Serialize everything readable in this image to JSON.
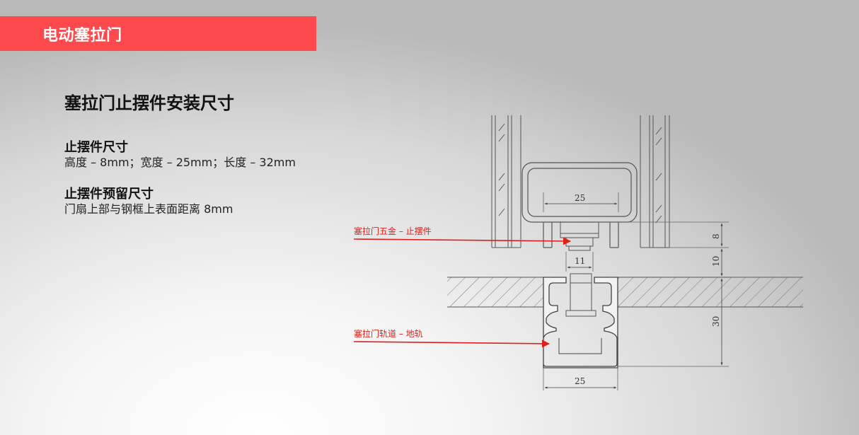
{
  "banner": {
    "title": "电动塞拉门",
    "color": "#ff4a4d"
  },
  "heading": "塞拉门止摆件安装尺寸",
  "specs": [
    {
      "title": "止摆件尺寸",
      "text": "高度 – 8mm；宽度 – 25mm；长度 – 32mm"
    },
    {
      "title": "止摆件预留尺寸",
      "text": "门扇上部与钢框上表面距离 8mm"
    }
  ],
  "drawing": {
    "callouts": {
      "hardware": "塞拉门五金 – 止摆件",
      "track": "塞拉门轨道 – 地轨"
    },
    "dimensions": {
      "box_width": "25",
      "stopper_width": "11",
      "height_top": "8",
      "height_gap": "10",
      "height_track": "30",
      "track_width": "25"
    },
    "callout_color": "#e0201a"
  }
}
